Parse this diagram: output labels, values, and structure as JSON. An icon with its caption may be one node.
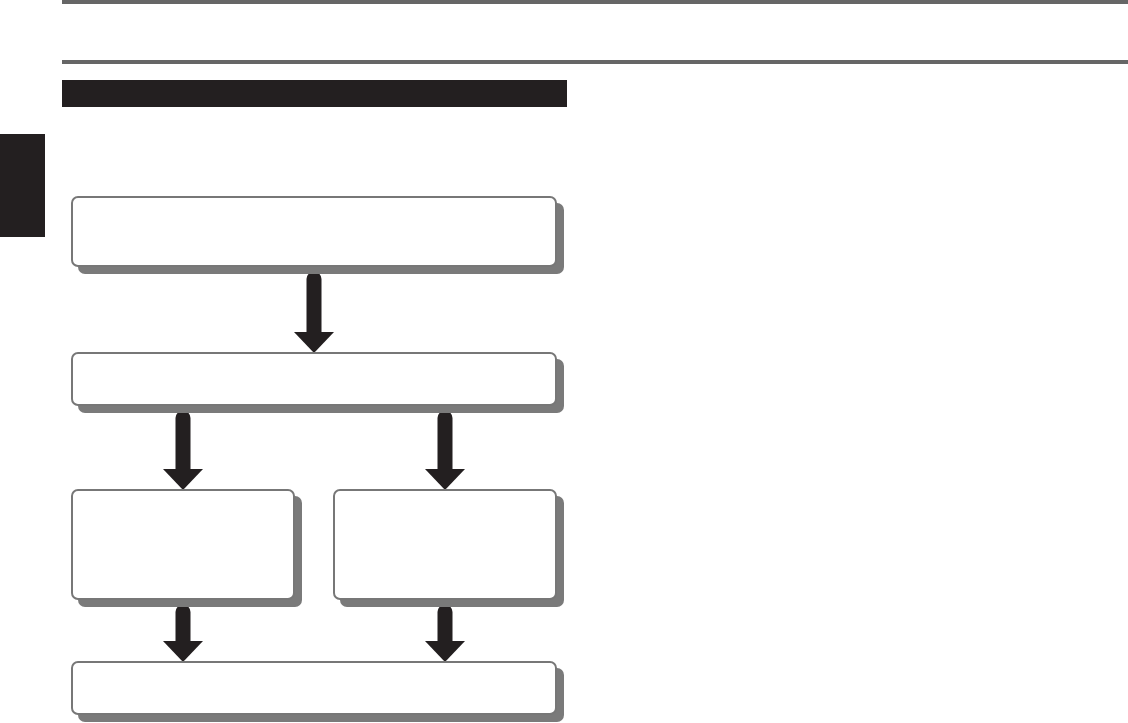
{
  "diagram": {
    "nodes": [
      {
        "text": [],
        "shape": "bar"
      },
      {
        "text": [],
        "shape": "bar"
      },
      {
        "text": [],
        "shape": "box"
      },
      {
        "text": [],
        "shape": "box"
      },
      {
        "text": [],
        "shape": "box"
      },
      {
        "text": [],
        "shape": "box"
      },
      {
        "text": [],
        "shape": "box"
      }
    ],
    "edges": [
      {
        "from": 2,
        "to": 3,
        "arrow": "to"
      },
      {
        "from": 3,
        "to": 4,
        "arrow": "to"
      },
      {
        "from": 3,
        "to": 5,
        "arrow": "to"
      },
      {
        "from": 4,
        "to": 6,
        "arrow": "to"
      },
      {
        "from": 5,
        "to": 6,
        "arrow": "to"
      }
    ]
  }
}
